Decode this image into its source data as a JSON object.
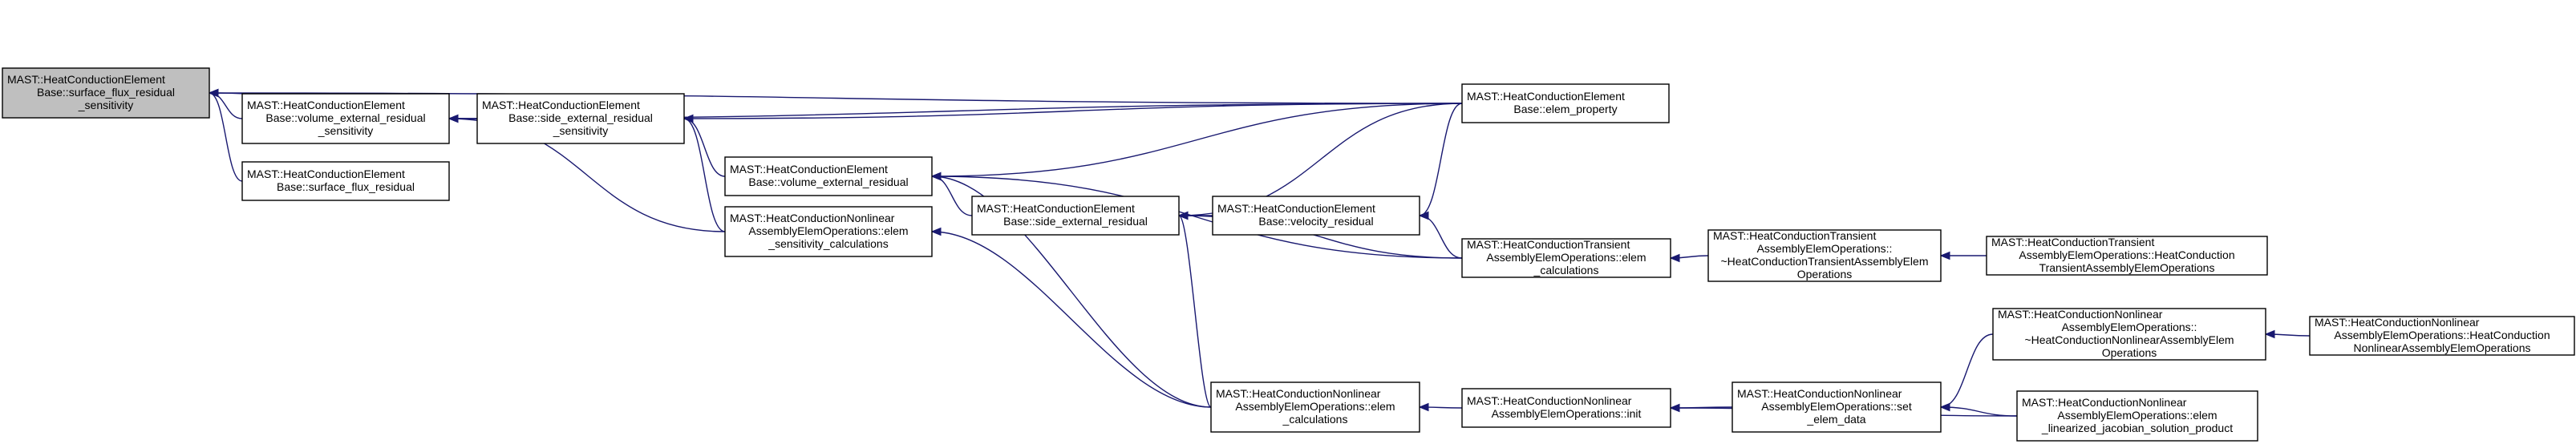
{
  "nodes": [
    {
      "id": "n0",
      "lines": [
        "MAST::HeatConductionElement",
        "Base::surface_flux_residual",
        "_sensitivity"
      ],
      "root": true
    },
    {
      "id": "n1",
      "lines": [
        "MAST::HeatConductionElement",
        "Base::volume_external_residual",
        "_sensitivity"
      ]
    },
    {
      "id": "n2",
      "lines": [
        "MAST::HeatConductionElement",
        "Base::surface_flux_residual"
      ]
    },
    {
      "id": "n3",
      "lines": [
        "MAST::HeatConductionElement",
        "Base::side_external_residual",
        "_sensitivity"
      ]
    },
    {
      "id": "n4",
      "lines": [
        "MAST::HeatConductionElement",
        "Base::volume_external_residual"
      ]
    },
    {
      "id": "n5",
      "lines": [
        "MAST::HeatConductionNonlinear",
        "AssemblyElemOperations::elem",
        "_sensitivity_calculations"
      ]
    },
    {
      "id": "n6",
      "lines": [
        "MAST::HeatConductionElement",
        "Base::side_external_residual"
      ]
    },
    {
      "id": "n7",
      "lines": [
        "MAST::HeatConductionElement",
        "Base::velocity_residual"
      ]
    },
    {
      "id": "n8",
      "lines": [
        "MAST::HeatConductionNonlinear",
        "AssemblyElemOperations::elem",
        "_calculations"
      ]
    },
    {
      "id": "n9",
      "lines": [
        "MAST::HeatConductionElement",
        "Base::elem_property"
      ]
    },
    {
      "id": "n10",
      "lines": [
        "MAST::HeatConductionTransient",
        "AssemblyElemOperations::elem",
        "_calculations"
      ]
    },
    {
      "id": "n11",
      "lines": [
        "MAST::HeatConductionNonlinear",
        "AssemblyElemOperations::init"
      ]
    },
    {
      "id": "n12",
      "lines": [
        "MAST::HeatConductionTransient",
        "AssemblyElemOperations::",
        "~HeatConductionTransientAssemblyElem",
        "Operations"
      ]
    },
    {
      "id": "n13",
      "lines": [
        "MAST::HeatConductionNonlinear",
        "AssemblyElemOperations::set",
        "_elem_data"
      ]
    },
    {
      "id": "n14",
      "lines": [
        "MAST::HeatConductionTransient",
        "AssemblyElemOperations::HeatConduction",
        "TransientAssemblyElemOperations"
      ]
    },
    {
      "id": "n15",
      "lines": [
        "MAST::HeatConductionNonlinear",
        "AssemblyElemOperations::",
        "~HeatConductionNonlinearAssemblyElem",
        "Operations"
      ]
    },
    {
      "id": "n16",
      "lines": [
        "MAST::HeatConductionNonlinear",
        "AssemblyElemOperations::elem",
        "_linearized_jacobian_solution_product"
      ]
    },
    {
      "id": "n17",
      "lines": [
        "MAST::HeatConductionNonlinear",
        "AssemblyElemOperations::HeatConduction",
        "NonlinearAssemblyElemOperations"
      ]
    }
  ],
  "edges": [
    {
      "from": "n1",
      "to": "n0"
    },
    {
      "from": "n2",
      "to": "n0"
    },
    {
      "from": "n3",
      "to": "n0"
    },
    {
      "from": "n9",
      "to": "n0"
    },
    {
      "from": "n3",
      "to": "n1"
    },
    {
      "from": "n5",
      "to": "n1"
    },
    {
      "from": "n9",
      "to": "n1"
    },
    {
      "from": "n4",
      "to": "n3"
    },
    {
      "from": "n5",
      "to": "n3"
    },
    {
      "from": "n9",
      "to": "n3"
    },
    {
      "from": "n6",
      "to": "n4"
    },
    {
      "from": "n9",
      "to": "n4"
    },
    {
      "from": "n10",
      "to": "n4"
    },
    {
      "from": "n8",
      "to": "n4"
    },
    {
      "from": "n8",
      "to": "n5"
    },
    {
      "from": "n7",
      "to": "n6"
    },
    {
      "from": "n9",
      "to": "n6"
    },
    {
      "from": "n10",
      "to": "n6"
    },
    {
      "from": "n8",
      "to": "n6"
    },
    {
      "from": "n9",
      "to": "n7"
    },
    {
      "from": "n10",
      "to": "n7"
    },
    {
      "from": "n12",
      "to": "n10"
    },
    {
      "from": "n14",
      "to": "n12"
    },
    {
      "from": "n11",
      "to": "n8"
    },
    {
      "from": "n13",
      "to": "n11"
    },
    {
      "from": "n16",
      "to": "n11"
    },
    {
      "from": "n15",
      "to": "n13"
    },
    {
      "from": "n16",
      "to": "n13"
    },
    {
      "from": "n17",
      "to": "n15"
    }
  ]
}
